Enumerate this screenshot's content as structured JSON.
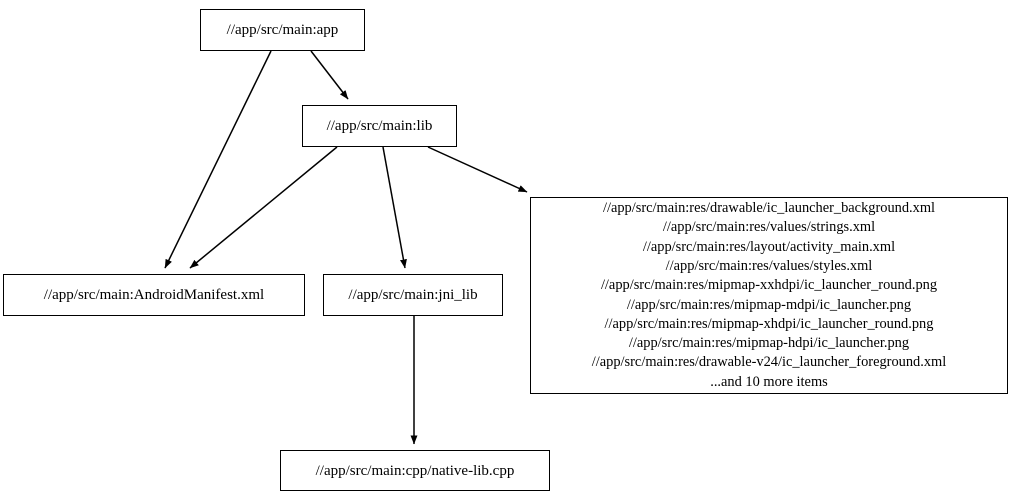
{
  "diagram": {
    "type": "directed-dependency-graph",
    "background_color": "#ffffff",
    "line_color": "#000000",
    "text_color": "#000000",
    "nodes": [
      {
        "id": "app",
        "label": "//app/src/main:app"
      },
      {
        "id": "lib",
        "label": "//app/src/main:lib"
      },
      {
        "id": "manifest",
        "label": "//app/src/main:AndroidManifest.xml"
      },
      {
        "id": "jni_lib",
        "label": "//app/src/main:jni_lib"
      },
      {
        "id": "resources",
        "label": "//app/src/main:res/drawable/ic_launcher_background.xml\n//app/src/main:res/values/strings.xml\n//app/src/main:res/layout/activity_main.xml\n//app/src/main:res/values/styles.xml\n//app/src/main:res/mipmap-xxhdpi/ic_launcher_round.png\n//app/src/main:res/mipmap-mdpi/ic_launcher.png\n//app/src/main:res/mipmap-xhdpi/ic_launcher_round.png\n//app/src/main:res/mipmap-hdpi/ic_launcher.png\n//app/src/main:res/drawable-v24/ic_launcher_foreground.xml\n...and 10 more items",
        "lines": [
          "//app/src/main:res/drawable/ic_launcher_background.xml",
          "//app/src/main:res/values/strings.xml",
          "//app/src/main:res/layout/activity_main.xml",
          "//app/src/main:res/values/styles.xml",
          "//app/src/main:res/mipmap-xxhdpi/ic_launcher_round.png",
          "//app/src/main:res/mipmap-mdpi/ic_launcher.png",
          "//app/src/main:res/mipmap-xhdpi/ic_launcher_round.png",
          "//app/src/main:res/mipmap-hdpi/ic_launcher.png",
          "//app/src/main:res/drawable-v24/ic_launcher_foreground.xml",
          "...and 10 more items"
        ]
      },
      {
        "id": "cpp",
        "label": "//app/src/main:cpp/native-lib.cpp"
      }
    ],
    "edges": [
      {
        "from": "app",
        "to": "manifest"
      },
      {
        "from": "app",
        "to": "lib"
      },
      {
        "from": "lib",
        "to": "manifest"
      },
      {
        "from": "lib",
        "to": "jni_lib"
      },
      {
        "from": "lib",
        "to": "resources"
      },
      {
        "from": "jni_lib",
        "to": "cpp"
      }
    ]
  }
}
